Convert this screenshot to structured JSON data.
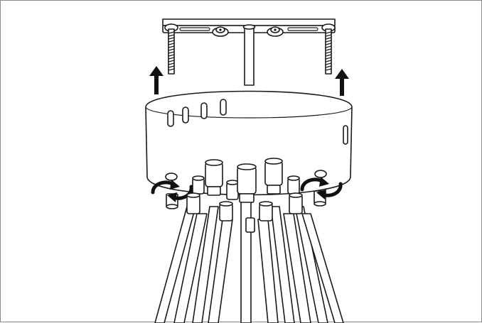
{
  "diagram": {
    "kind": "installation-step-illustration",
    "colors": {
      "line": "#1a1a1a",
      "fill": "#ffffff",
      "frame": "#8a8a8a"
    },
    "indicators": {
      "lift_arrows": 2,
      "rotate_arrows": 2
    },
    "parts": {
      "rods": 10,
      "canopy_slots": 4,
      "thumb_screws": 2,
      "bracket_screws": 2
    }
  }
}
